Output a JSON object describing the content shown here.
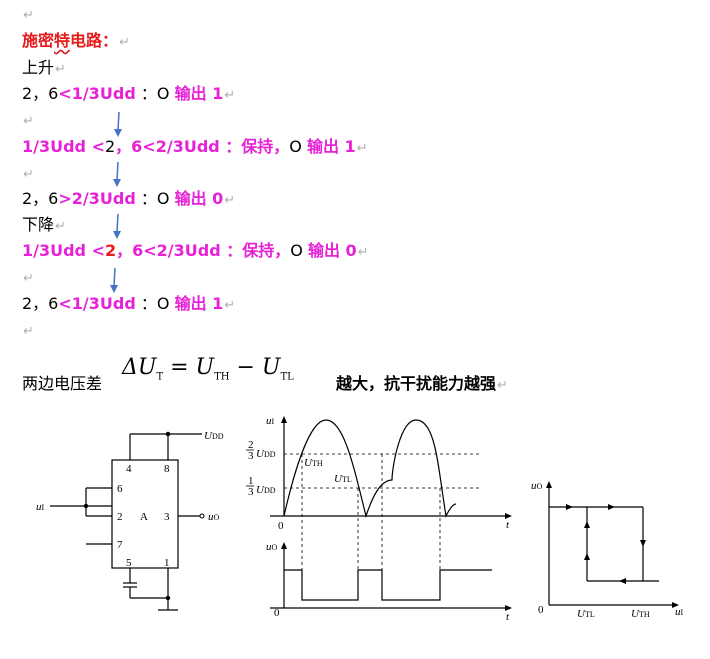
{
  "lines": {
    "empty1": "",
    "title": "施密特电路：",
    "title_squig": "特",
    "rise": "上升",
    "r1": {
      "a": "2，6",
      "b": "<1/3Udd",
      "c": " ：O ",
      "d": "输出 1"
    },
    "r3": {
      "a": "1/3Udd <",
      "b": "2",
      "c": "，6<2/3Udd ：保持，",
      "d": "O ",
      "e": "输出 1"
    },
    "r5": {
      "a": "2，6",
      "b": ">2/3Udd",
      "c": " ：O ",
      "d": "输出 0"
    },
    "fall": "下降",
    "r7": {
      "a": "1/3Udd <",
      "b": "2",
      "c": "，6<2/3Udd ：保持，",
      "d": "O ",
      "e": "输出 0"
    },
    "r9": {
      "a": "2，6",
      "b": "<1/3Udd",
      "c": " ：O ",
      "d": "输出 1"
    },
    "hyst_pre": "两边电压差",
    "hyst_post": "越大，抗干扰能力越强"
  },
  "formula": {
    "delta": "ΔU",
    "sub_t": "T",
    "eq": " = U",
    "sub_th": "TH",
    "minus": " − U",
    "sub_tl": "TL"
  },
  "pilcrow": "↵",
  "chip": {
    "udd": "U",
    "udd_sub": "DD",
    "ui": "u",
    "ui_sub": "I",
    "uo": "u",
    "uo_sub": "O",
    "letter": "A",
    "pins": [
      "4",
      "8",
      "6",
      "2",
      "3",
      "7",
      "5",
      "1"
    ]
  },
  "waveform": {
    "ui_axis": "u",
    "ui_sub": "I",
    "uo_axis": "u",
    "uo_sub": "O",
    "t": "t",
    "zero": "0",
    "two_thirds_num": "2",
    "two_thirds_den": "3",
    "one_third_num": "1",
    "one_third_den": "3",
    "udd": "U",
    "udd_sub": "DD",
    "uth": "U",
    "uth_sub": "TH",
    "utl": "U",
    "utl_sub": "TL"
  },
  "transfer": {
    "uo_axis": "u",
    "uo_sub": "O",
    "ui_axis": "u",
    "ui_sub": "I",
    "zero": "0",
    "utl": "U",
    "utl_sub": "TL",
    "uth": "U",
    "uth_sub": "TH"
  },
  "colors": {
    "magenta": "#e621d6",
    "red": "#e61b1b",
    "arrow": "#4472c4"
  }
}
